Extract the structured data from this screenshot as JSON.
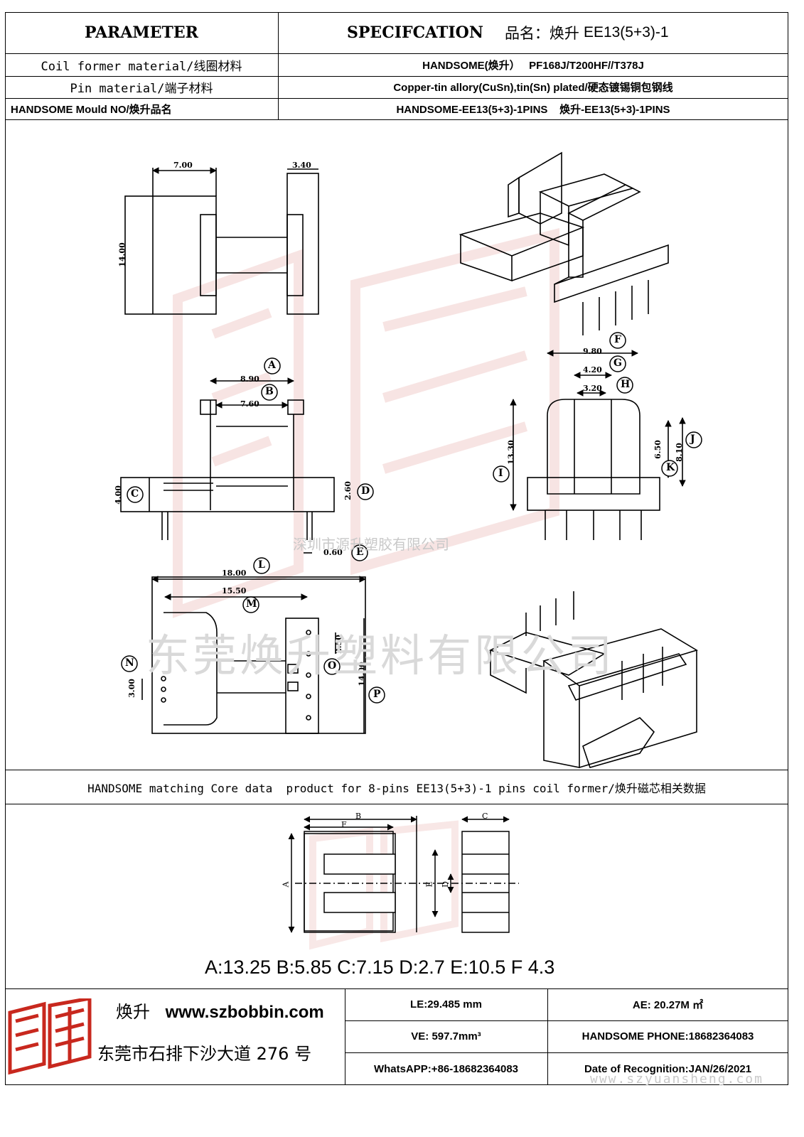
{
  "header": {
    "parameter": "PARAMETER",
    "specification": "SPECIFCATION",
    "product_label": "品名：焕升",
    "product_name": "EE13(5+3)-1"
  },
  "rows": [
    {
      "label": "Coil former material/线圈材料",
      "value": "HANDSOME(焕升）   PF168J/T200HF//T378J"
    },
    {
      "label": "Pin material/端子材料",
      "value": "Copper-tin allory(CuSn),tin(Sn) plated/硬态镀锡铜包钢线"
    },
    {
      "label": "HANDSOME Mould NO/焕升品名",
      "value": "HANDSOME-EE13(5+3)-1PINS    焕升-EE13(5+3)-1PINS"
    }
  ],
  "drawing": {
    "dimensions": {
      "d700": "7.00",
      "d340": "3.40",
      "d1400a": "14.00",
      "d890": "8.90",
      "d760": "7.60",
      "d400": "4.00",
      "d260": "2.60",
      "d060": "0.60",
      "d980": "9.80",
      "d420": "4.20",
      "d320": "3.20",
      "d1330": "13.30",
      "d650": "6.50",
      "d810": "8.10",
      "d1800": "18.00",
      "d1550": "15.50",
      "d300": "3.00",
      "d250": "2.50",
      "d1400b": "14.00"
    },
    "callouts": [
      "A",
      "B",
      "C",
      "D",
      "E",
      "F",
      "G",
      "H",
      "I",
      "J",
      "K",
      "L",
      "M",
      "N",
      "O",
      "P"
    ],
    "watermark_center": "深圳市源升塑胶有限公司",
    "watermark_large": "东莞焕升塑料有限公司"
  },
  "core": {
    "banner": "HANDSOME matching Core data  product for 8-pins EE13(5+3)-1 pins coil former/焕升磁芯相关数据",
    "labels": {
      "a": "A",
      "b": "B",
      "c": "C",
      "d": "D",
      "e": "E",
      "f": "F"
    },
    "values_line": "A:13.25 B:5.85 C:7.15 D:2.7 E:10.5 F 4.3"
  },
  "footer": {
    "brand": "焕升",
    "website": "www.szbobbin.com",
    "address": "东莞市石排下沙大道 276 号",
    "le": "LE:29.485 mm",
    "ae": "AE: 20.27M ㎡",
    "ve": "VE: 597.7mm³",
    "phone": "HANDSOME PHONE:18682364083",
    "whatsapp": "WhatsAPP:+86-18682364083",
    "date": "Date of Recognition:JAN/26/2021",
    "watermark_url": "www.szyuansheng.com"
  },
  "colors": {
    "logo_red": "#c8281e",
    "watermark_red": "#e9b3b0"
  }
}
